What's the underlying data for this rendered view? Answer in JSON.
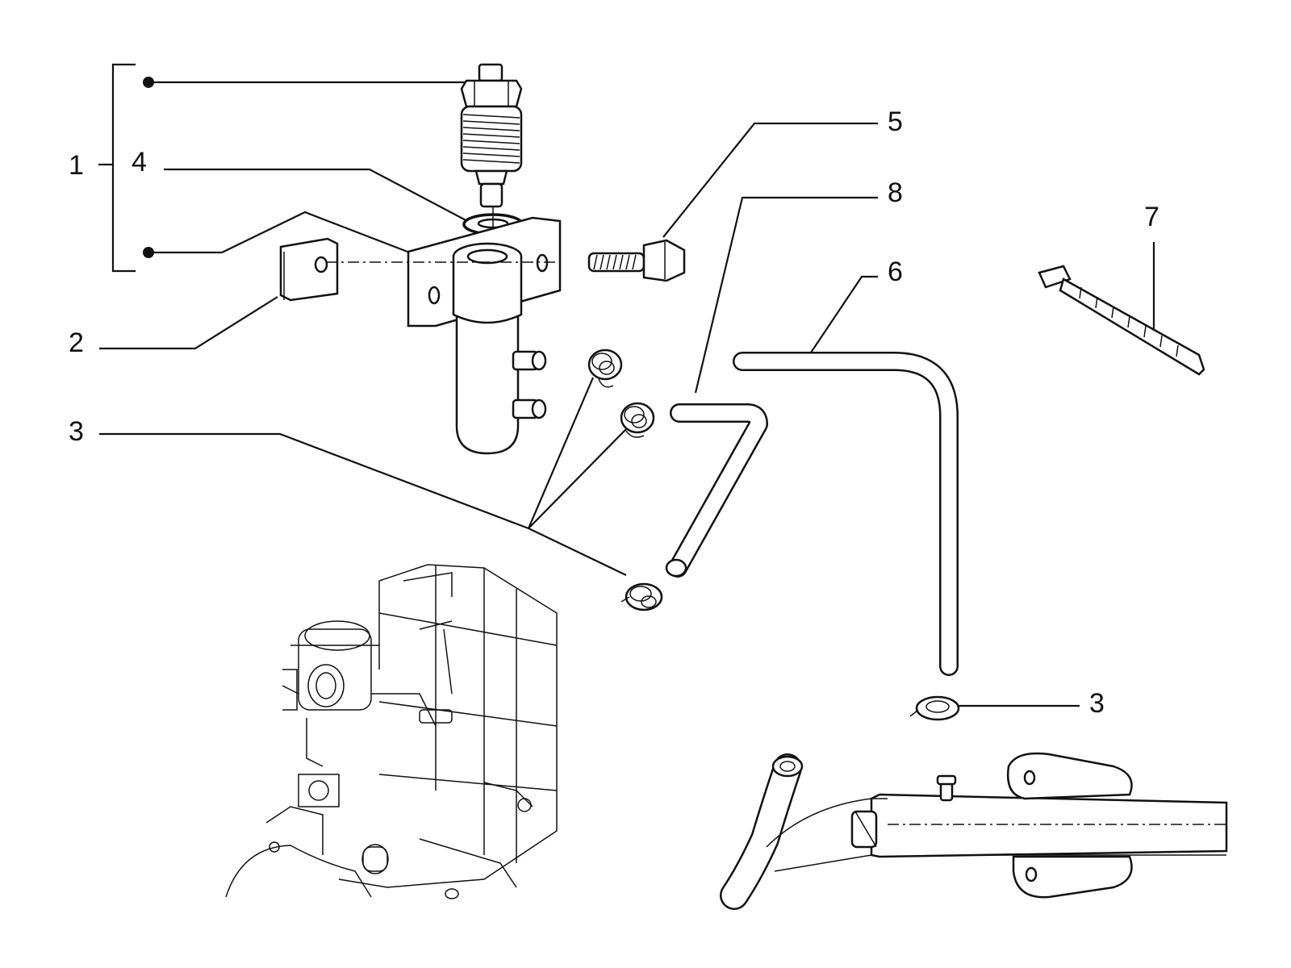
{
  "diagram": {
    "callouts": [
      {
        "id": "c1",
        "label": "1"
      },
      {
        "id": "c4",
        "label": "4"
      },
      {
        "id": "c2",
        "label": "2"
      },
      {
        "id": "c3a",
        "label": "3"
      },
      {
        "id": "c5",
        "label": "5"
      },
      {
        "id": "c8",
        "label": "8"
      },
      {
        "id": "c6",
        "label": "6"
      },
      {
        "id": "c7",
        "label": "7"
      },
      {
        "id": "c3b",
        "label": "3"
      }
    ]
  }
}
